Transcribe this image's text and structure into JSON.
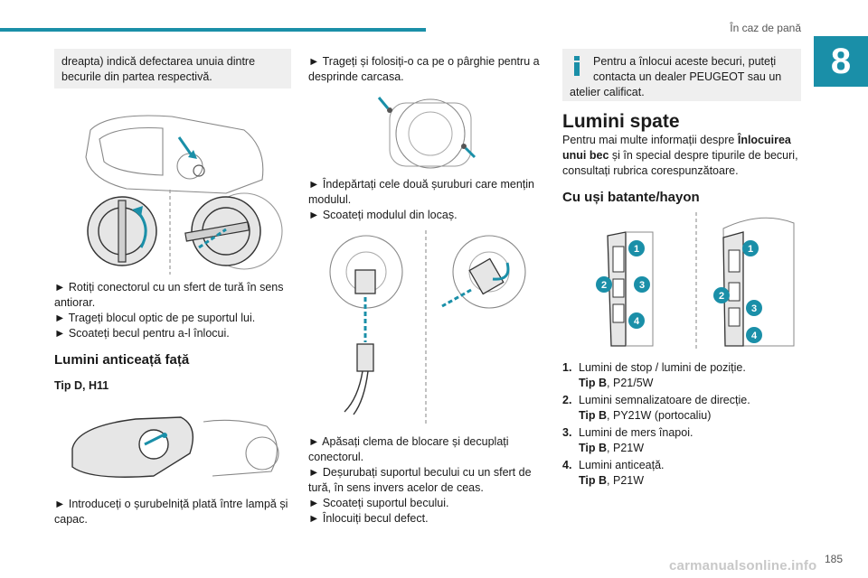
{
  "header": {
    "title": "În caz de pană",
    "chapter": "8"
  },
  "col1": {
    "intro_box": "dreapta) indică defectarea unuia dintre becurile din partea respectivă.",
    "steps_a": [
      "►  Rotiți conectorul cu un sfert de tură în sens antiorar.",
      "► Trageți blocul optic de pe suportul lui.",
      "► Scoateți becul pentru a-l înlocui."
    ],
    "fog_title": "Lumini anticeață față",
    "fog_type": "Tip D, H11",
    "steps_b": [
      "► Introduceți o șurubelniță plată între lampă și capac."
    ]
  },
  "col2": {
    "steps_a": [
      "► Trageți și folosiți-o ca pe o pârghie pentru a desprinde carcasa."
    ],
    "steps_b": [
      "► Îndepărtați cele două șuruburi care mențin modulul.",
      "► Scoateți modulul din locaș."
    ],
    "steps_c": [
      "► Apăsați clema de blocare și decuplați conectorul.",
      "► Deșurubați suportul becului cu un sfert de tură, în sens invers acelor de ceas.",
      "► Scoateți suportul becului.",
      "► Înlocuiți becul defect."
    ]
  },
  "col3": {
    "info_line1": "Pentru a înlocui aceste becuri, puteți",
    "info_line2": "contacta un dealer PEUGEOT sau un",
    "info_line3": "atelier calificat.",
    "rear_title": "Lumini spate",
    "rear_intro_1": "Pentru mai multe informații despre ",
    "rear_intro_bold": "Înlocuirea unui bec",
    "rear_intro_2": " și în special despre tipurile de becuri, consultați rubrica corespunzătoare.",
    "doors_title": "Cu uși batante/hayon",
    "callouts": [
      "1",
      "2",
      "3",
      "4"
    ],
    "list": [
      {
        "num": "1.",
        "name": "Lumini de stop / lumini de poziție.",
        "tip": "Tip B",
        "bulb": ", P21/5W"
      },
      {
        "num": "2.",
        "name": "Lumini semnalizatoare de direcție.",
        "tip": "Tip B",
        "bulb": ", PY21W (portocaliu)"
      },
      {
        "num": "3.",
        "name": "Lumini de mers înapoi.",
        "tip": "Tip B",
        "bulb": ", P21W"
      },
      {
        "num": "4.",
        "name": "Lumini anticeață.",
        "tip": "Tip B",
        "bulb": ", P21W"
      }
    ]
  },
  "footer": {
    "page_number": "185",
    "watermark": "carmanualsonline.info"
  },
  "colors": {
    "accent": "#1a8fa8",
    "box_gray": "#efefef"
  }
}
